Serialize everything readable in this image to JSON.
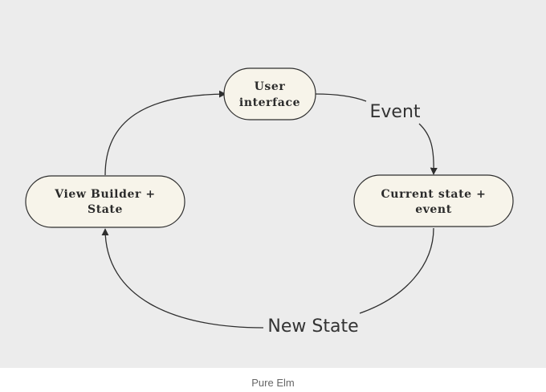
{
  "nodes": {
    "user_interface": {
      "line1": "User",
      "line2": "interface"
    },
    "current_state": {
      "line1": "Current state +",
      "line2": "event"
    },
    "view_builder": {
      "line1": "View Builder +",
      "line2": "State"
    }
  },
  "edges": {
    "event_label": "Event",
    "new_state_label": "New State"
  },
  "caption": "Pure Elm",
  "colors": {
    "background": "#ececec",
    "node_fill": "#f7f4ea",
    "stroke": "#2e2e2e"
  }
}
